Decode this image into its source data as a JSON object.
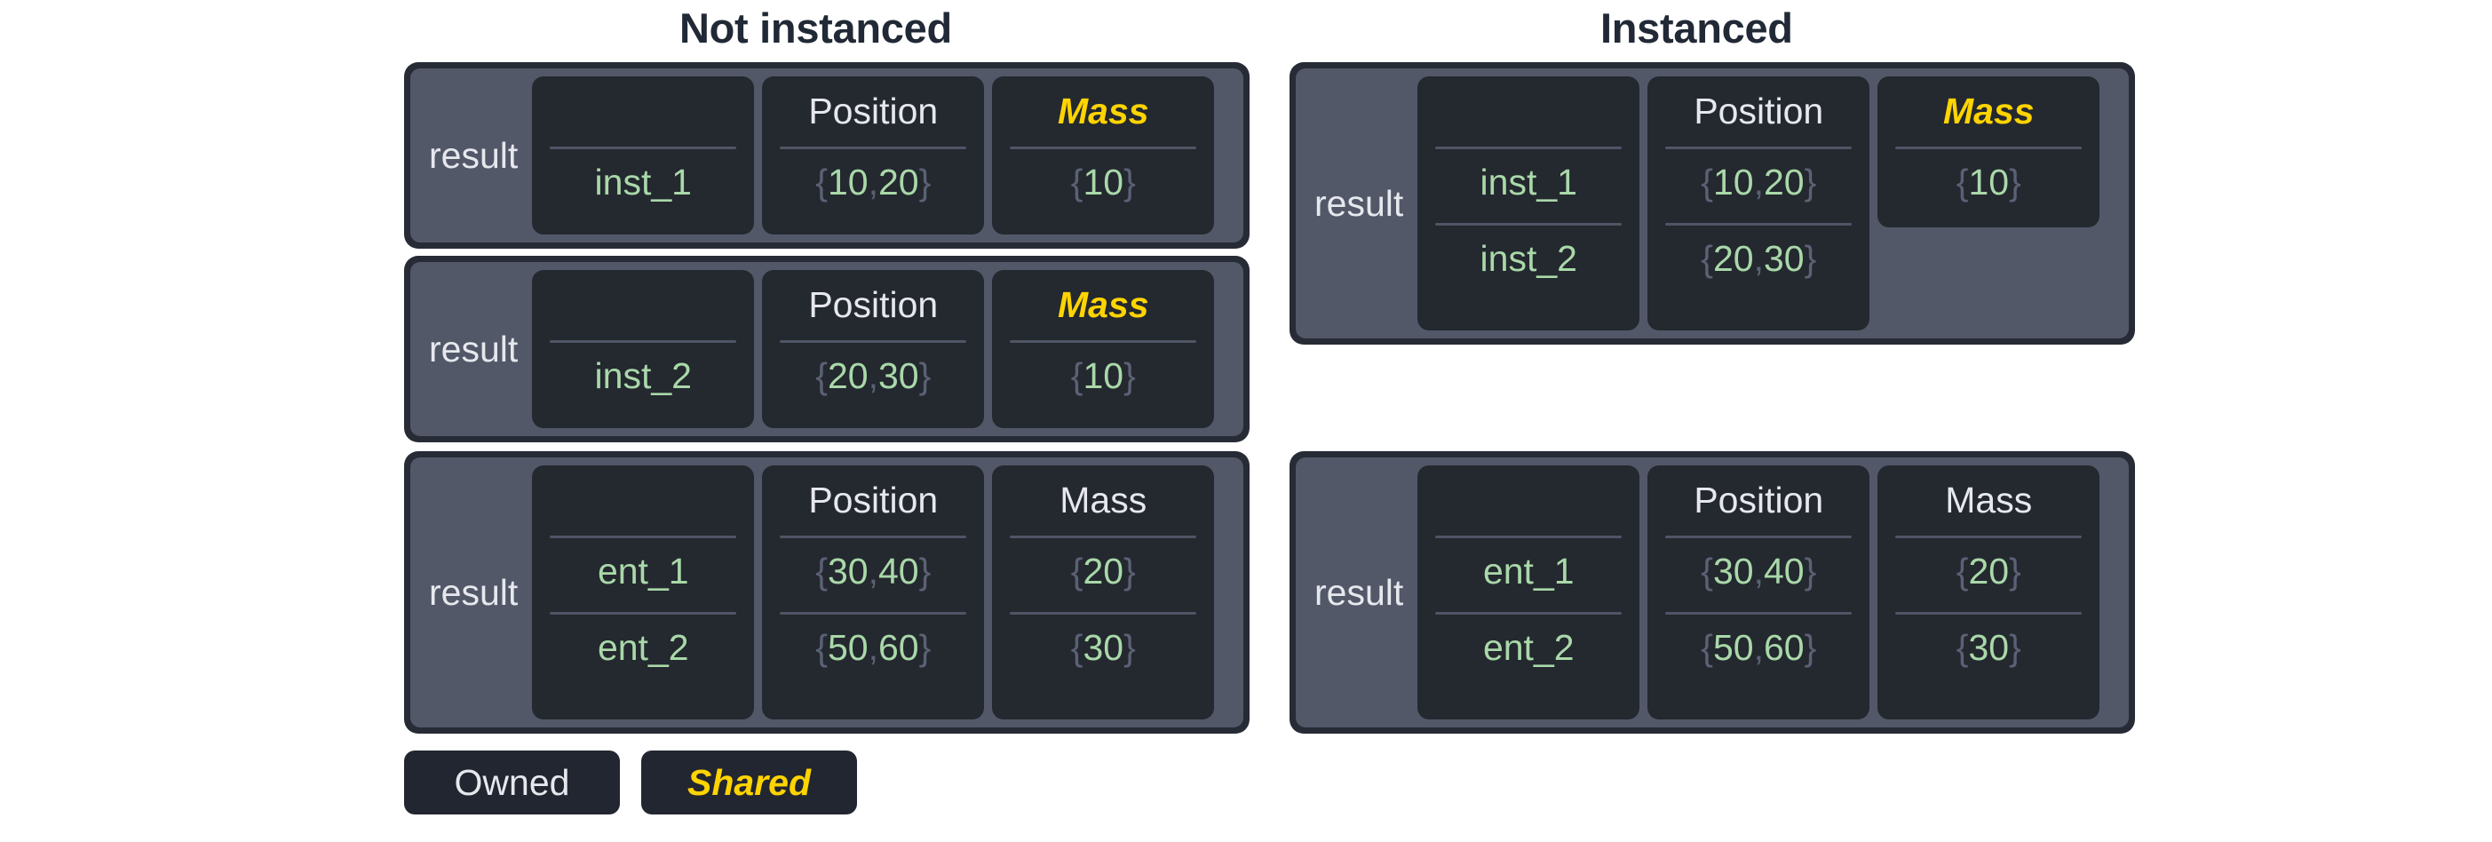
{
  "titles": {
    "not_instanced": "Not instanced",
    "instanced": "Instanced"
  },
  "row_label": "result",
  "headers": {
    "blank": "",
    "position": "Position",
    "mass": "Mass"
  },
  "legend": {
    "owned": "Owned",
    "shared": "Shared"
  },
  "colors": {
    "shared_accent": "#ffd400",
    "owned_text": "#e6e8ee",
    "value_green": "#a9d8a9",
    "brace_gray": "#5b6174",
    "panel_slate": "#525868",
    "cell_dark": "#24282f",
    "frame_dark": "#272b36",
    "title_dark": "#212936"
  },
  "not_instanced": {
    "tables": [
      {
        "label": "result",
        "mass_shared": true,
        "columns": {
          "name": {
            "header": "",
            "values": [
              "inst_1"
            ]
          },
          "position": {
            "header": "Position",
            "values": [
              "{10, 20}"
            ]
          },
          "mass": {
            "header": "Mass",
            "values": [
              "{10}"
            ]
          }
        }
      },
      {
        "label": "result",
        "mass_shared": true,
        "columns": {
          "name": {
            "header": "",
            "values": [
              "inst_2"
            ]
          },
          "position": {
            "header": "Position",
            "values": [
              "{20, 30}"
            ]
          },
          "mass": {
            "header": "Mass",
            "values": [
              "{10}"
            ]
          }
        }
      },
      {
        "label": "result",
        "mass_shared": false,
        "columns": {
          "name": {
            "header": "",
            "values": [
              "ent_1",
              "ent_2"
            ]
          },
          "position": {
            "header": "Position",
            "values": [
              "{30, 40}",
              "{50, 60}"
            ]
          },
          "mass": {
            "header": "Mass",
            "values": [
              "{20}",
              "{30}"
            ]
          }
        }
      }
    ]
  },
  "instanced": {
    "tables": [
      {
        "label": "result",
        "mass_shared": true,
        "columns": {
          "name": {
            "header": "",
            "values": [
              "inst_1",
              "inst_2"
            ]
          },
          "position": {
            "header": "Position",
            "values": [
              "{10, 20}",
              "{20, 30}"
            ]
          },
          "mass": {
            "header": "Mass",
            "values": [
              "{10}"
            ]
          }
        }
      },
      {
        "label": "result",
        "mass_shared": false,
        "columns": {
          "name": {
            "header": "",
            "values": [
              "ent_1",
              "ent_2"
            ]
          },
          "position": {
            "header": "Position",
            "values": [
              "{30, 40}",
              "{50, 60}"
            ]
          },
          "mass": {
            "header": "Mass",
            "values": [
              "{20}",
              "{30}"
            ]
          }
        }
      }
    ]
  }
}
